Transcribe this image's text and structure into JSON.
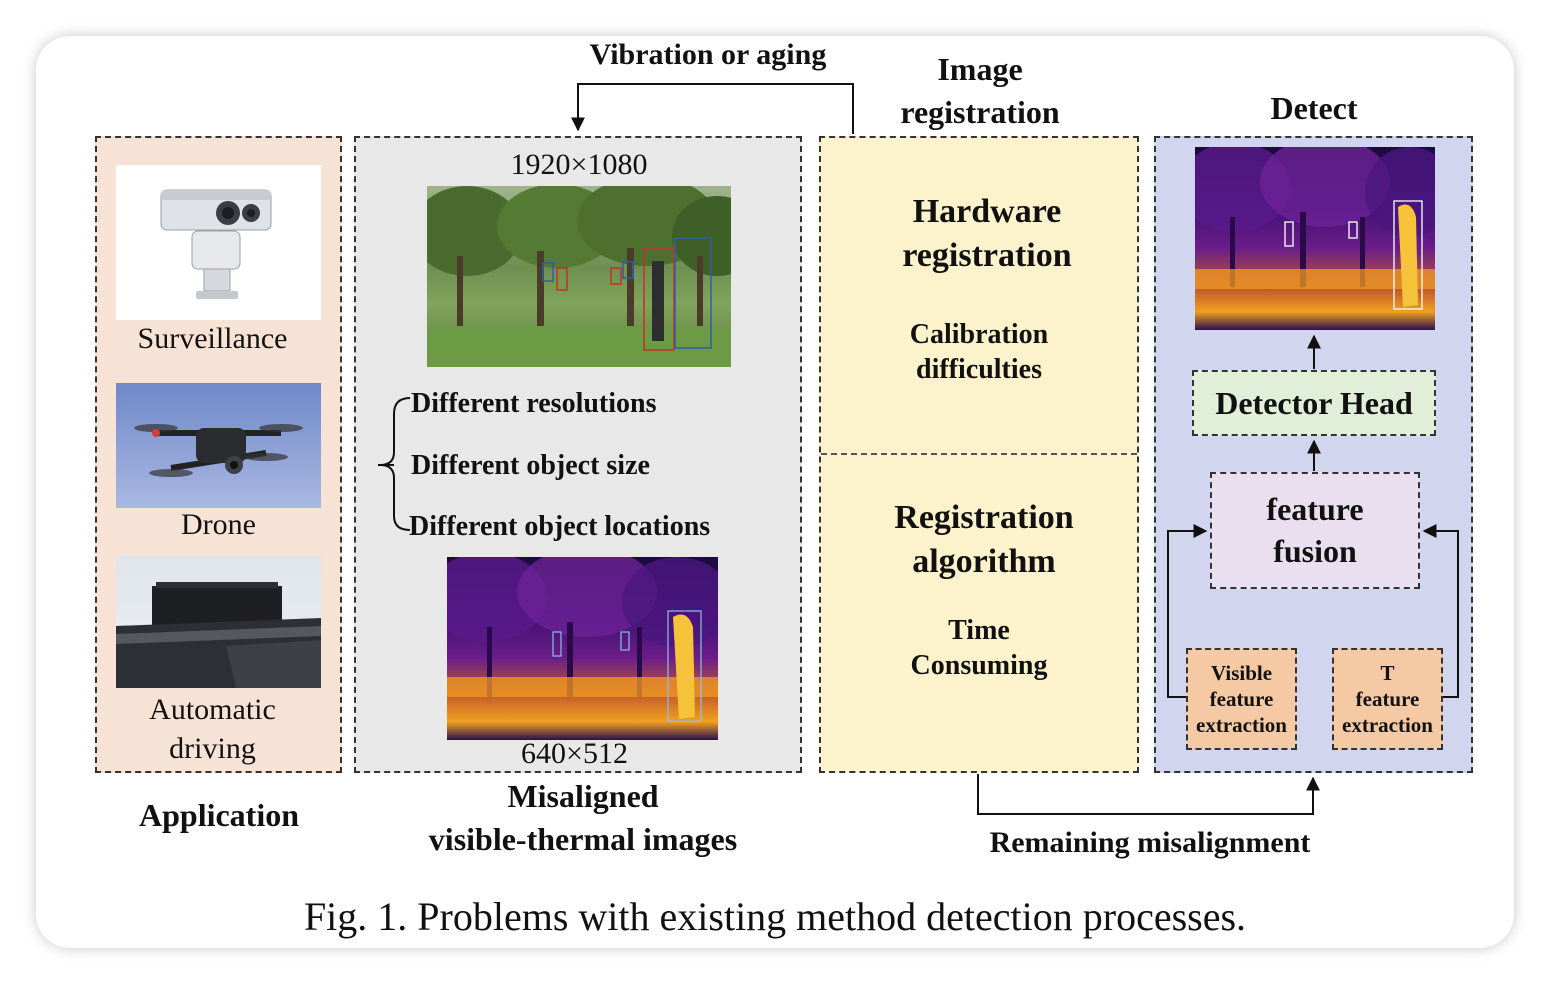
{
  "top_labels": {
    "vibration": "Vibration or aging",
    "image_registration": "Image\nregistration",
    "detect": "Detect"
  },
  "application": {
    "items": [
      "Surveillance",
      "Drone",
      "Automatic\ndriving"
    ],
    "caption": "Application"
  },
  "misaligned": {
    "visible_resolution": "1920×1080",
    "thermal_resolution": "640×512",
    "problems": [
      "Different resolutions",
      "Different object size",
      "Different object locations"
    ],
    "caption": "Misaligned\nvisible-thermal images"
  },
  "registration": {
    "hardware_title": "Hardware\nregistration",
    "hardware_note": "Calibration\ndifficulties",
    "algorithm_title": "Registration\nalgorithm",
    "algorithm_note": "Time\nConsuming"
  },
  "detect": {
    "detector_head": "Detector Head",
    "feature_fusion": "feature\nfusion",
    "visible_extraction": "Visible\nfeature\nextraction",
    "thermal_extraction": "T\nfeature\nextraction"
  },
  "bottom_labels": {
    "remaining": "Remaining misalignment"
  },
  "figure_caption": "Fig. 1. Problems with existing method detection processes.",
  "colors": {
    "application_bg": "#f6e3d6",
    "misaligned_bg": "#e8e8e8",
    "registration_bg": "#fcf2cc",
    "detect_bg": "#d2d5ee",
    "detector_head_bg": "#e1efd9",
    "fusion_bg": "#e9dfee",
    "extraction_bg": "#f4c9a4"
  }
}
